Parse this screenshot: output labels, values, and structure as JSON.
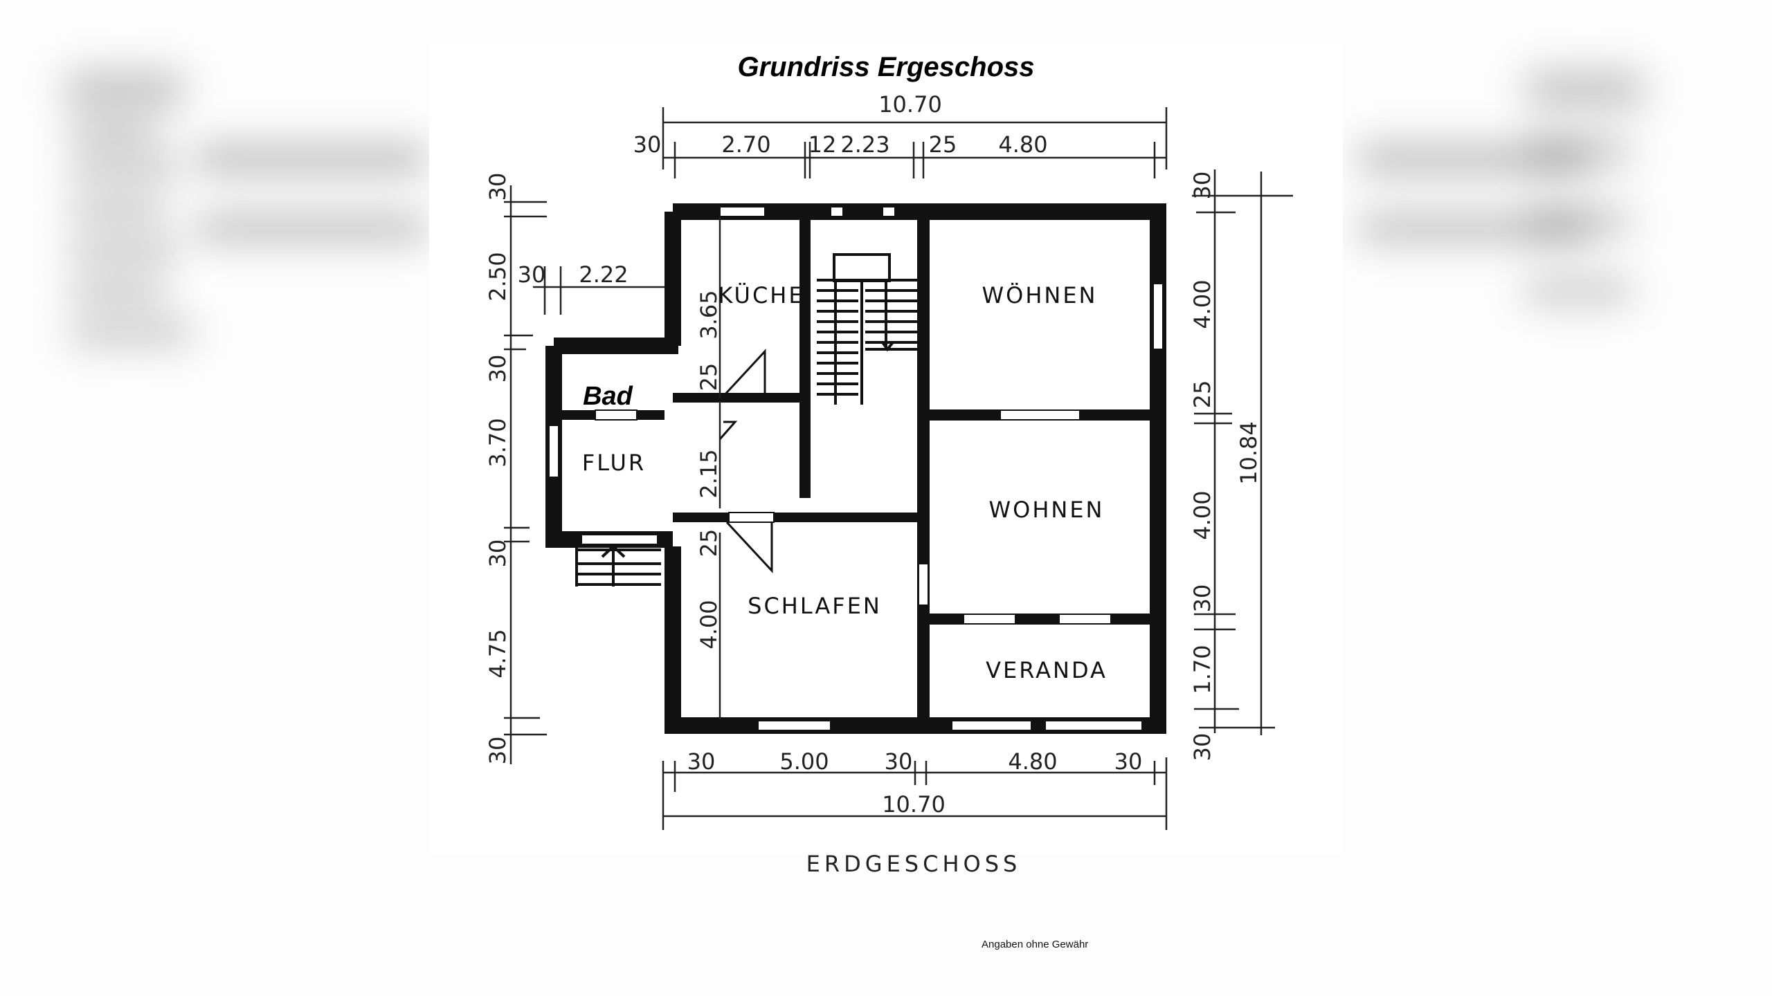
{
  "title": "Grundriss Ergeschoss",
  "floor_label": "ERDGESCHOSS",
  "disclaimer": "Angaben ohne Gewähr",
  "rooms": {
    "kueche": "KÜCHE",
    "wohnen1": "WÖHNEN",
    "wohnen2": "WOHNEN",
    "bad": "Bad",
    "flur": "FLUR",
    "schlafen": "SCHLAFEN",
    "veranda": "VERANDA"
  },
  "dimensions": {
    "top_total": "10.70",
    "top_segments": [
      "30",
      "2.70",
      "12",
      "2.23",
      "25",
      "4.80"
    ],
    "bottom_segments": [
      "30",
      "5.00",
      "30",
      "4.80",
      "30"
    ],
    "bottom_total": "10.70",
    "left_segments": [
      "30",
      "2.50",
      "30",
      "3.70",
      "30",
      "4.75",
      "30"
    ],
    "left_inner": [
      "30",
      "2.22"
    ],
    "right_segments": [
      "30",
      "4.00",
      "25",
      "4.00",
      "30",
      "1.70",
      "30"
    ],
    "right_total": "10.84",
    "kitchen": [
      "3.65",
      "25"
    ],
    "hall": "2.15",
    "schlafen": [
      "25",
      "4.00"
    ]
  },
  "colors": {
    "wall": "#111111",
    "background": "#ffffff",
    "line": "#222222"
  }
}
